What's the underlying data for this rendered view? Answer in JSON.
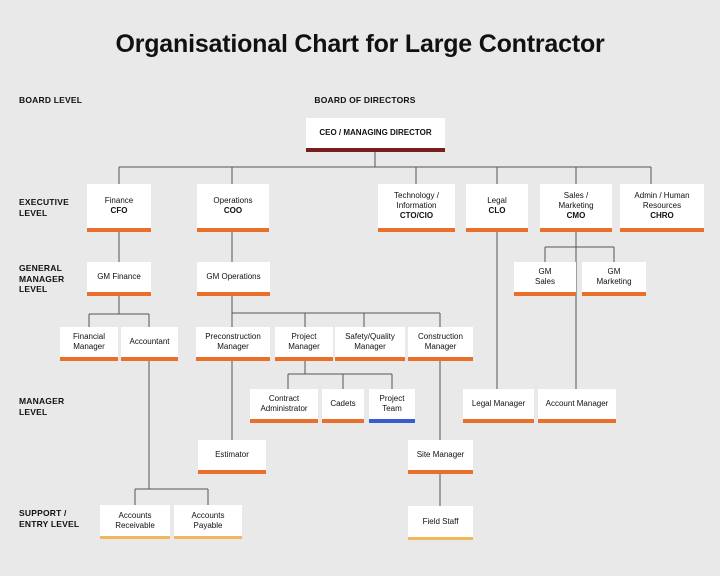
{
  "title": "Organisational Chart for Large Contractor",
  "board_label": "BOARD OF DIRECTORS",
  "levels": {
    "board": "BOARD LEVEL",
    "executive": "EXECUTIVE LEVEL",
    "general_manager": "GENERAL MANAGER LEVEL",
    "manager": "MANAGER LEVEL",
    "support": "SUPPORT / ENTRY LEVEL"
  },
  "colors": {
    "orange": "#e8702a",
    "maroon": "#7a1d1d",
    "blue": "#3b5bd1",
    "yellow": "#f3b75b",
    "connector": "#555555"
  },
  "nodes": {
    "ceo": {
      "role": "CEO / MANAGING DIRECTOR"
    },
    "finance": {
      "role": "Finance",
      "abbr": "CFO"
    },
    "operations": {
      "role": "Operations",
      "abbr": "COO"
    },
    "technology": {
      "role": "Technology / Information",
      "abbr": "CTO/CIO"
    },
    "legal": {
      "role": "Legal",
      "abbr": "CLO"
    },
    "sales": {
      "role": "Sales / Marketing",
      "abbr": "CMO"
    },
    "admin": {
      "role": "Admin / Human Resources",
      "abbr": "CHRO"
    },
    "gm_finance": {
      "role": "GM Finance"
    },
    "gm_operations": {
      "role": "GM Operations"
    },
    "gm_sales": {
      "role": "GM Sales"
    },
    "gm_marketing": {
      "role": "GM Marketing"
    },
    "financial_manager": {
      "role": "Financial Manager"
    },
    "accountant": {
      "role": "Accountant"
    },
    "preconstruction_manager": {
      "role": "Preconstruction Manager"
    },
    "project_manager": {
      "role": "Project Manager"
    },
    "safety_quality_manager": {
      "role": "Safety/Quality Manager"
    },
    "construction_manager": {
      "role": "Construction Manager"
    },
    "contract_administrator": {
      "role": "Contract Administrator"
    },
    "cadets": {
      "role": "Cadets"
    },
    "project_team": {
      "role": "Project Team"
    },
    "legal_manager": {
      "role": "Legal Manager"
    },
    "account_manager": {
      "role": "Account Manager"
    },
    "estimator": {
      "role": "Estimator"
    },
    "site_manager": {
      "role": "Site Manager"
    },
    "accounts_receivable": {
      "role": "Accounts Receivable"
    },
    "accounts_payable": {
      "role": "Accounts Payable"
    },
    "field_staff": {
      "role": "Field Staff"
    }
  }
}
